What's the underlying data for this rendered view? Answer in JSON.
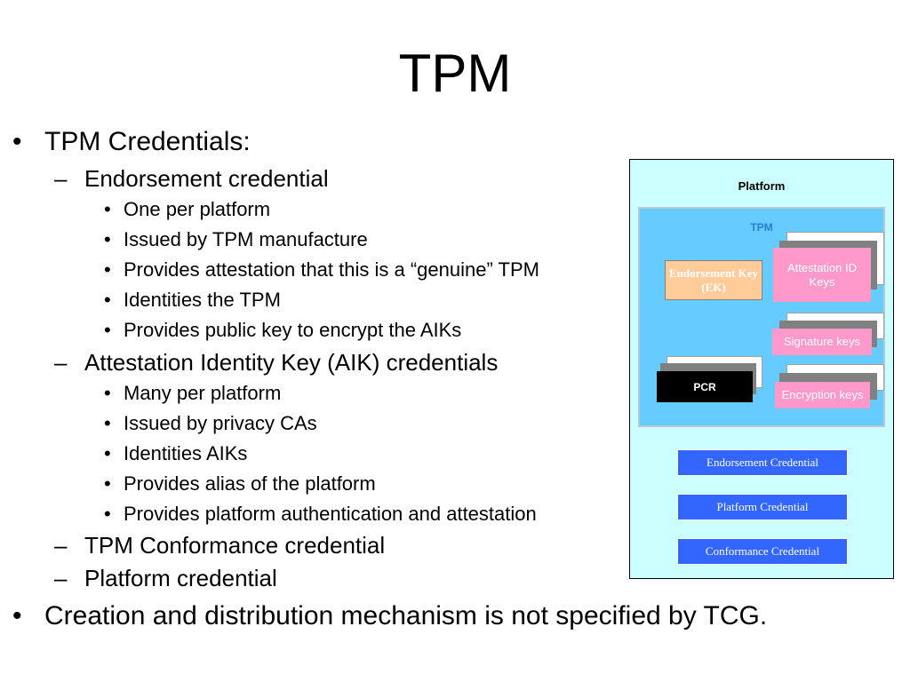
{
  "title": "TPM",
  "bullets": {
    "b1": "TPM Credentials:",
    "s1": "Endorsement credential",
    "s1_items": [
      "One per platform",
      "Issued by TPM manufacture",
      "Provides attestation that this is a “genuine” TPM",
      "Identities the TPM",
      "Provides public key to encrypt the AIKs"
    ],
    "s2": "Attestation Identity Key (AIK) credentials",
    "s2_items": [
      "Many per platform",
      "Issued by privacy CAs",
      "Identities AIKs",
      "Provides alias of the platform",
      "Provides platform authentication and attestation"
    ],
    "s3": "TPM Conformance credential",
    "s4": "Platform credential",
    "b2": "Creation and distribution mechanism is not specified by TCG."
  },
  "markers": {
    "l1": "•",
    "l2": "–",
    "l3": "•"
  },
  "diagram": {
    "platform_label": "Platform",
    "tpm_label": "TPM",
    "ek_label": "Endorsement Key (EK)",
    "aik_label": "Attestation ID Keys",
    "signature_label": "Signature keys",
    "encryption_label": "Encryption keys",
    "pcr_label": "PCR",
    "credentials": [
      "Endorsement Credential",
      "Platform Credential",
      "Conformance Credential"
    ]
  },
  "colors": {
    "platform_bg": "#ccffff",
    "tpm_bg": "#66ccff",
    "ek_bg": "#ffcc99",
    "key_bg": "#ff99cc",
    "pcr_bg": "#000000",
    "credential_bg": "#3366ff"
  }
}
